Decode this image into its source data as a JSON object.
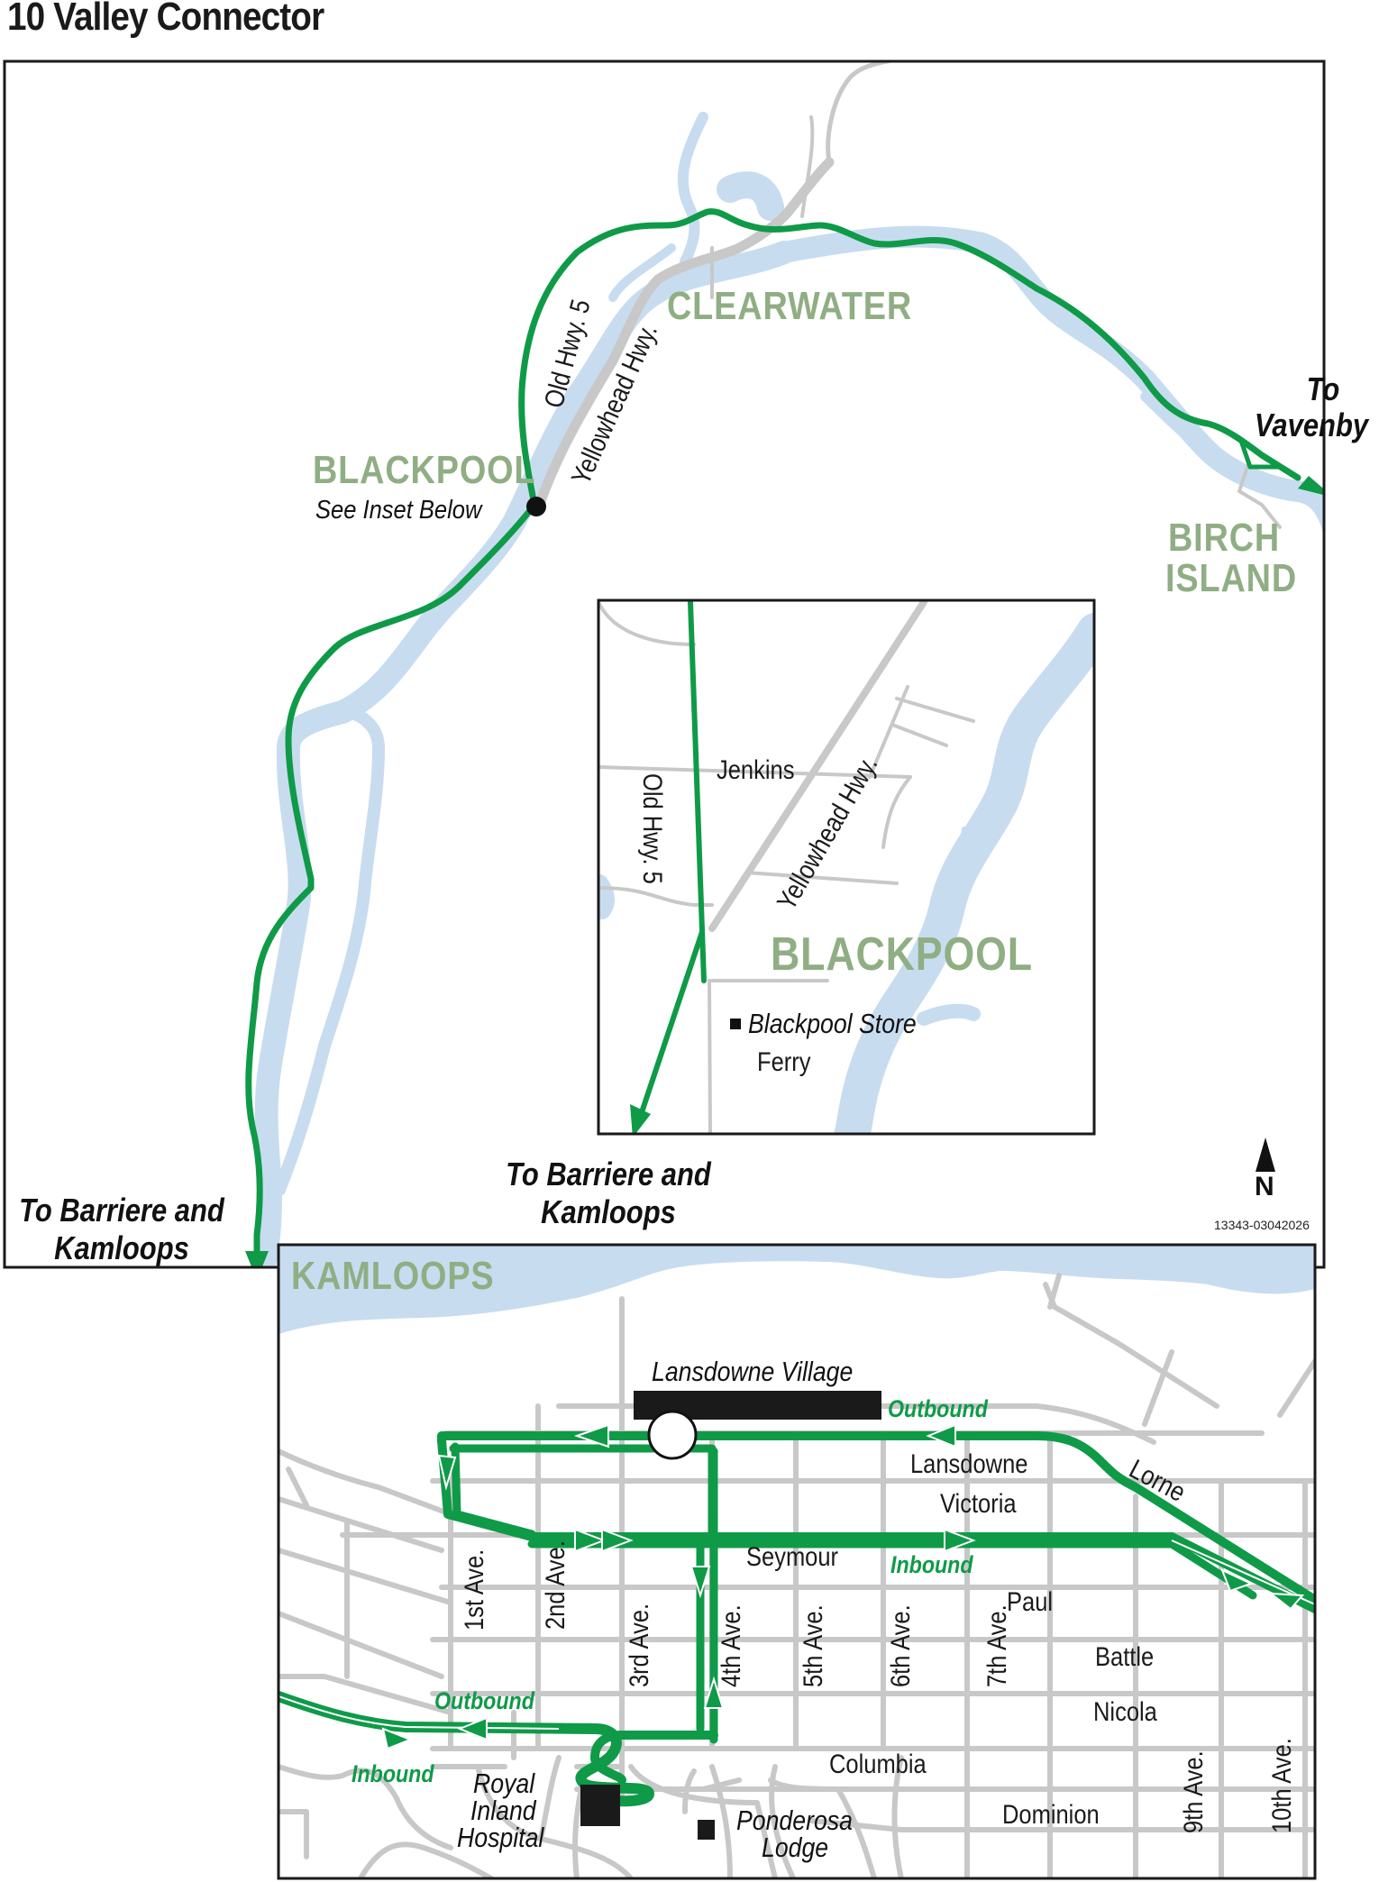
{
  "title": "10 Valley Connector",
  "colors": {
    "route": "#0f9a48",
    "water": "#c8dcf0",
    "road": "#c8c8c8",
    "town_label": "#8fae83",
    "frame": "#1a1a1a"
  },
  "main_map": {
    "towns": {
      "clearwater": "CLEARWATER",
      "blackpool": "BLACKPOOL",
      "birch_island_line1": "BIRCH",
      "birch_island_line2": "ISLAND"
    },
    "roads": {
      "old_hwy_5": "Old Hwy. 5",
      "yellowhead": "Yellowhead Hwy."
    },
    "see_inset": "See Inset Below",
    "to_vavenby_line1": "To",
    "to_vavenby_line2": "Vavenby",
    "to_barriere_line1": "To Barriere and",
    "to_barriere_line2": "Kamloops",
    "north_label": "N",
    "map_code": "13343-03042026"
  },
  "blackpool_inset": {
    "town": "BLACKPOOL",
    "streets": {
      "jenkins": "Jenkins",
      "old_hwy_5": "Old Hwy. 5",
      "yellowhead": "Yellowhead Hwy.",
      "ferry": "Ferry"
    },
    "poi": "Blackpool Store",
    "to_barriere_line1": "To Barriere and",
    "to_barriere_line2": "Kamloops"
  },
  "kamloops_inset": {
    "town": "KAMLOOPS",
    "streets": {
      "lansdowne": "Lansdowne",
      "victoria": "Victoria",
      "seymour": "Seymour",
      "paul": "Paul",
      "battle": "Battle",
      "nicola": "Nicola",
      "columbia": "Columbia",
      "dominion": "Dominion",
      "lorne": "Lorne"
    },
    "avenues": [
      "1st Ave.",
      "2nd Ave.",
      "3rd Ave.",
      "4th Ave.",
      "5th Ave.",
      "6th Ave.",
      "7th Ave.",
      "9th Ave.",
      "10th Ave."
    ],
    "pois": {
      "lansdowne_village": "Lansdowne Village",
      "hospital_line1": "Royal",
      "hospital_line2": "Inland",
      "hospital_line3": "Hospital",
      "ponderosa_line1": "Ponderosa",
      "ponderosa_line2": "Lodge"
    },
    "directions": {
      "outbound_top": "Outbound",
      "inbound_seymour": "Inbound",
      "outbound_columbia": "Outbound",
      "inbound_columbia": "Inbound"
    }
  }
}
